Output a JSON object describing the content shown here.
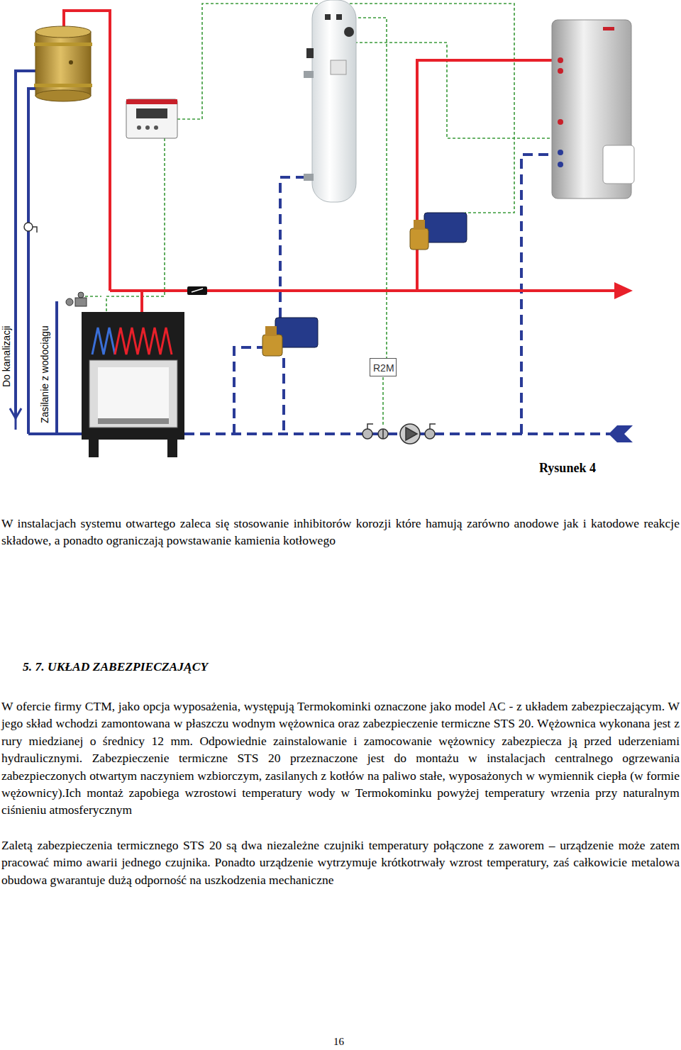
{
  "diagram": {
    "caption": "Rysunek 4",
    "nodes": [
      {
        "text": [
          "R2M"
        ]
      }
    ],
    "labels": [
      "Do kanalizacji",
      "Zasilanie z wodociągu",
      "W instalacjach systemu otwartego zaleca się stosowanie inhibitorów korozji które hamują zarówno anodowe jak i katodowe reakcje składowe, a ponadto ograniczają powstawanie kamienia kotłowego",
      "5. 7. UKŁAD ZABEZPIECZAJĄCY",
      "W ofercie firmy CTM, jako opcja wyposażenia, występują Termokominki oznaczone jako model AC - z układem zabezpieczającym. W jego skład wchodzi zamontowana w płaszczu wodnym wężownica oraz zabezpieczenie termiczne STS 20. Wężownica wykonana jest z rury miedzianej o średnicy 12 mm. Odpowiednie zainstalowanie i zamocowanie wężownicy zabezpiecza ją przed uderzeniami hydraulicznymi. Zabezpieczenie termiczne STS 20 przeznaczone jest do montażu w instalacjach centralnego ogrzewania zabezpieczonych otwartym naczyniem wzbiorczym, zasilanych z kotłów na paliwo stałe, wyposażonych w wymiennik ciepła (w formie wężownicy).Ich montaż zapobiega wzrostowi temperatury wody w Termokominku powyżej temperatury wrzenia przy naturalnym ciśnieniu atmosferycznym",
      "Zaletą zabezpieczenia termicznego STS 20 są dwa niezależne czujniki temperatury połączone z zaworem – urządzenie może zatem pracować mimo awarii jednego czujnika. Ponadto urządzenie wytrzymuje krótkotrwały wzrost temperatury, zaś całkowicie metalowa obudowa gwarantuje dużą odporność na uszkodzenia mechaniczne",
      "16"
    ]
  }
}
